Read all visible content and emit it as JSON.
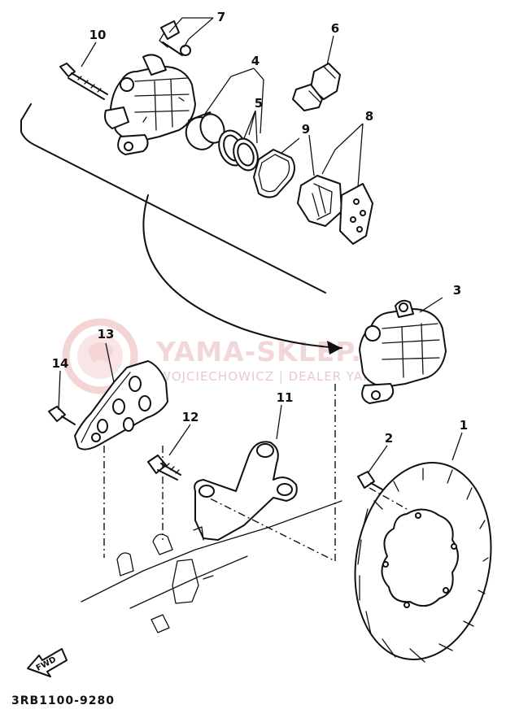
{
  "watermark": {
    "brand": "YAMA-SKLEP.PL",
    "tagline": "WOJCIECHOWICZ | DEALER YAMAHA"
  },
  "callouts": [
    "10",
    "7",
    "6",
    "4",
    "5",
    "9",
    "8",
    "3",
    "13",
    "14",
    "11",
    "12",
    "2",
    "1"
  ],
  "fwd_label": "FWD",
  "diagram_code": "3RB1100-9280"
}
